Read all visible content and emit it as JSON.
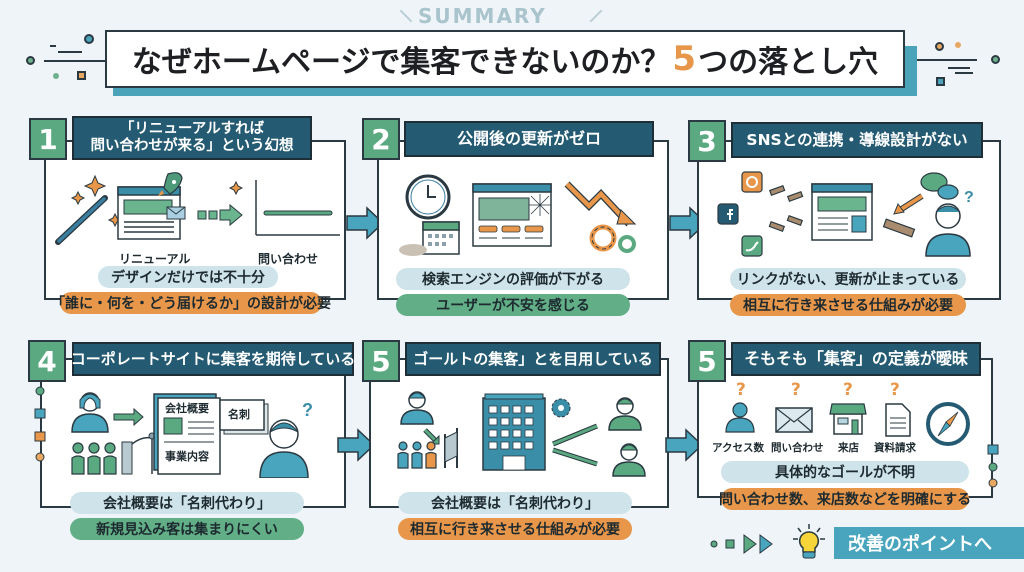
{
  "header": {
    "kicker": "SUMMARY",
    "title_pre": "なぜホームページで集客できないのか？",
    "title_accent": "5",
    "title_post": "つの落とし穴"
  },
  "colors": {
    "background": "#eef4f7",
    "navy": "#245a72",
    "green": "#5aa980",
    "orange": "#e8974a",
    "light_blue": "#cfe3ea",
    "teal": "#48a5bd"
  },
  "panels": [
    {
      "number": "1",
      "title_line1": "「リニューアルすれば",
      "title_line2": "問い合わせが来る」という幻想",
      "labels": [
        "リニューアル",
        "問い合わせ"
      ],
      "problem": "デザインだけでは不十分",
      "solution": "「誰に・何を・どう届けるか」の設計が必要",
      "solution_color": "orange"
    },
    {
      "number": "2",
      "title": "公開後の更新がゼロ",
      "problem": "検索エンジンの評価が下がる",
      "solution": "ユーザーが不安を感じる",
      "solution_color": "green"
    },
    {
      "number": "3",
      "title": "SNSとの連携・導線設計がない",
      "problem": "リンクがない、更新が止まっている",
      "solution": "相互に行き来させる仕組みが必要",
      "solution_color": "orange"
    },
    {
      "number": "4",
      "title": "コーポレートサイトに集客を期待している",
      "doc_labels": [
        "会社概要",
        "事業内容"
      ],
      "card_label": "名刺",
      "problem": "会社概要は「名刺代わり」",
      "solution": "新規見込み客は集まりにくい",
      "solution_color": "green"
    },
    {
      "number": "5",
      "title": "ゴールトの集客」とを目用している",
      "problem": "会社概要は「名刺代わり」",
      "solution": "相互に行き来させる仕組みが必要",
      "solution_color": "orange"
    },
    {
      "number": "5",
      "title": "そもそも「集客」の定義が曖昧",
      "icon_labels": [
        "アクセス数",
        "問い合わせ",
        "来店",
        "資料請求"
      ],
      "question_mark": "?",
      "problem": "具体的なゴールが不明",
      "solution": "問い合わせ数、来店数などを明確にする",
      "solution_color": "orange"
    }
  ],
  "footer": {
    "cta": "改善のポイントへ"
  }
}
